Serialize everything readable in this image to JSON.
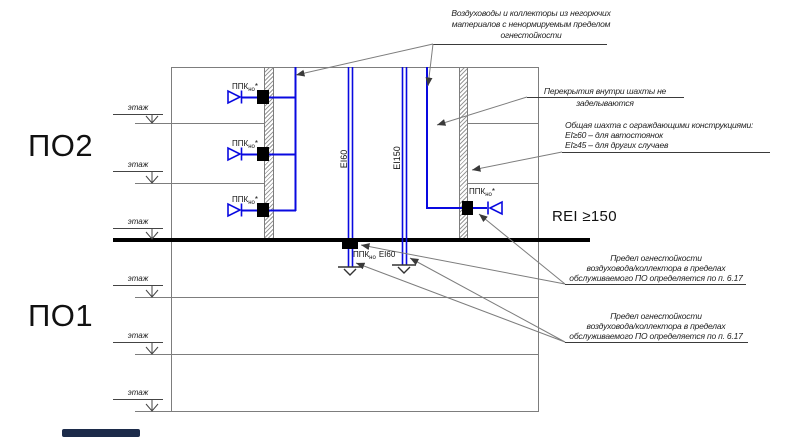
{
  "drawing": {
    "note_materials": {
      "line1": "Воздуховоды и коллекторы из негорючих",
      "line2": "материалов с ненормируемым пределом",
      "line3": "огнестойкости"
    },
    "note_ceilings": {
      "line1": "Перекрытия внутри шахты не",
      "line2": "заделываются"
    },
    "note_shaft": {
      "line1": "Общая шахта с ограждающими конструкциями:",
      "line2": "EI≥60 – для автостоянок",
      "line3": "EI≥45 – для других случаев"
    },
    "note_fire_limit_upper": {
      "line1": "Предел огнестойкости",
      "line2": "воздуховода/коллектора в пределах",
      "line3": "обслуживаемого ПО определяется по п. 6.17"
    },
    "note_fire_limit_lower": {
      "line1": "Предел огнестойкости",
      "line2": "воздуховода/коллектора в пределах",
      "line3": "обслуживаемого ПО определяется по п. 6.17"
    },
    "zone_upper": "ПО2",
    "zone_lower": "ПО1",
    "floor_label": "этаж",
    "slab_rating": "REI ≥150",
    "damper_label": {
      "base": "ППК",
      "sub": "но",
      "star": "*"
    },
    "slab_damper_label": {
      "base": "ППК",
      "sub": "но",
      "rating": "EI60"
    },
    "duct_ratings": {
      "left": "EI60",
      "right": "EI150"
    },
    "colors": {
      "duct_blue": "#0909e0",
      "line_gray": "#7d7d7d",
      "slab_black": "#000000",
      "artifact_navy": "#1c2b4a"
    }
  }
}
